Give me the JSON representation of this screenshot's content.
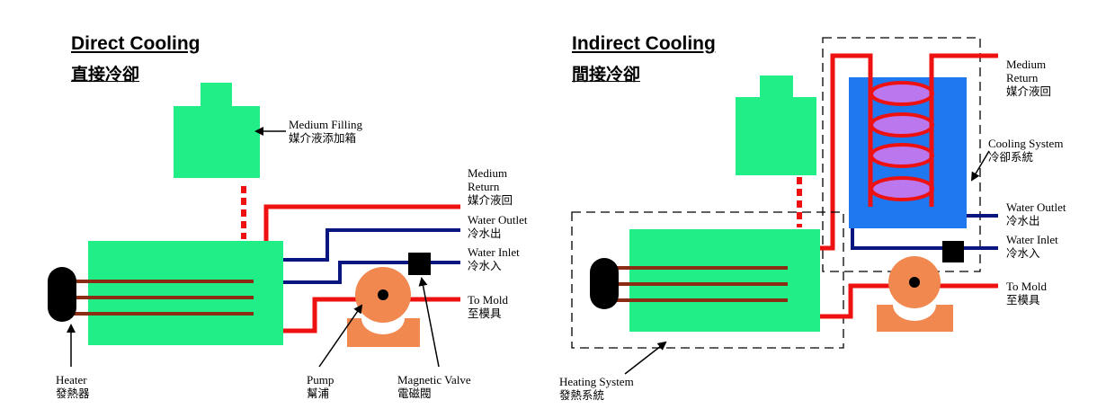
{
  "direct": {
    "title": "Direct Cooling",
    "title_zh": "直接冷卻",
    "labels": {
      "medium_filling": {
        "en": "Medium Filling",
        "zh": "媒介液添加箱"
      },
      "medium_return": {
        "en1": "Medium",
        "en2": "Return",
        "zh": "媒介液回"
      },
      "water_outlet": {
        "en": "Water Outlet",
        "zh": "冷水出"
      },
      "water_inlet": {
        "en": "Water Inlet",
        "zh": "冷水入"
      },
      "to_mold": {
        "en": "To Mold",
        "zh": "至模具"
      },
      "heater": {
        "en": "Heater",
        "zh": "發熱器"
      },
      "pump": {
        "en": "Pump",
        "zh": "幫浦"
      },
      "magnetic_valve": {
        "en": "Magnetic Valve",
        "zh": "電磁閥"
      }
    }
  },
  "indirect": {
    "title": "Indirect Cooling",
    "title_zh": "間接冷卻",
    "labels": {
      "medium_return": {
        "en1": "Medium",
        "en2": "Return",
        "zh": "媒介液回"
      },
      "cooling_system": {
        "en": "Cooling System",
        "zh": "冷卻系統"
      },
      "water_outlet": {
        "en": "Water Outlet",
        "zh": "冷水出"
      },
      "water_inlet": {
        "en": "Water Inlet",
        "zh": "冷水入"
      },
      "to_mold": {
        "en": "To Mold",
        "zh": "至模具"
      },
      "heating_system": {
        "en": "Heating System",
        "zh": "發熱系統"
      }
    }
  },
  "colors": {
    "tank_green": "#22ee88",
    "pipe_red": "#ee1111",
    "pipe_blue": "#0a1680",
    "heater_bar": "#8b2d15",
    "pump_orange": "#f08850",
    "cooling_blue": "#1f78ef",
    "coil_purple": "#bb77ee"
  }
}
